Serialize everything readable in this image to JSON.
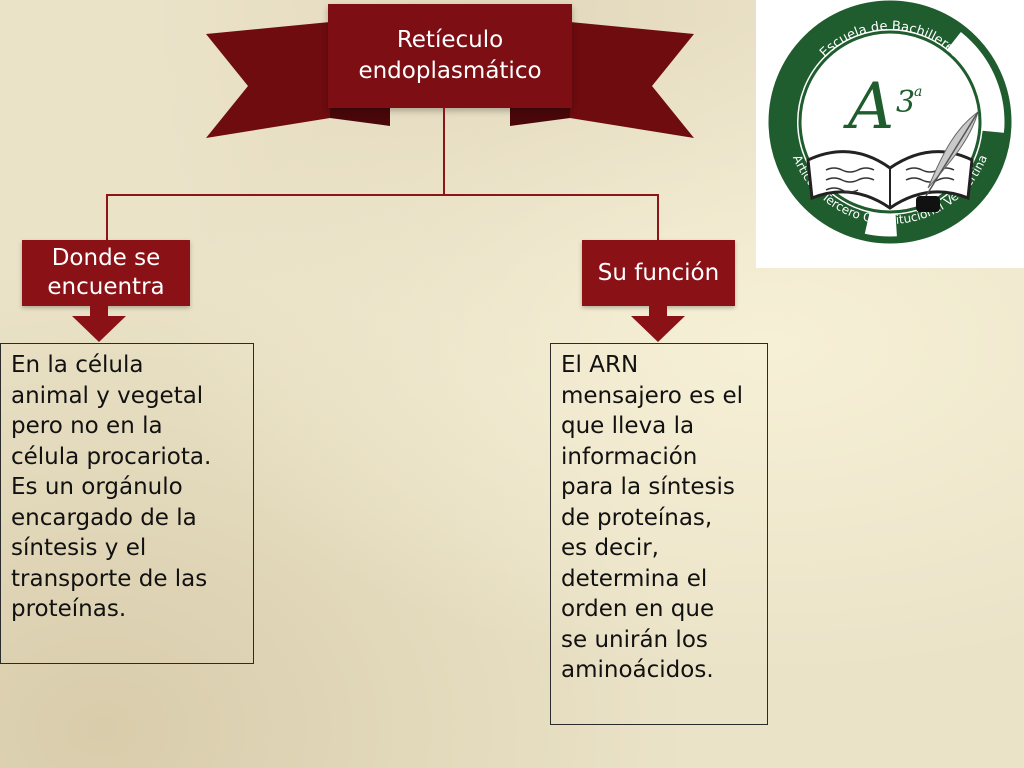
{
  "title": [
    "Retíeculo",
    "endoplasmático"
  ],
  "left": {
    "label": [
      "Donde se",
      "encuentra"
    ],
    "text": [
      "En la célula",
      "animal y vegetal",
      "pero no en la",
      "célula procariota.",
      "Es un orgánulo",
      "encargado de la",
      "síntesis y el",
      "transporte de las",
      "proteínas."
    ]
  },
  "right": {
    "label": [
      "Su función"
    ],
    "text": [
      "El ARN",
      "mensajero es el",
      "que lleva la",
      "información",
      "para la síntesis",
      "de proteínas,",
      "es decir,",
      "determina el",
      "orden en que",
      "se unirán los",
      "aminoácidos."
    ]
  },
  "logo": {
    "top_text": "Escuela de Bachilleres",
    "bottom_text": "Artículo Tercero Constitucional Vespertina",
    "monogram": "A3ª"
  },
  "colors": {
    "accent": "#8a1217",
    "logo_green": "#1f5c2e"
  }
}
